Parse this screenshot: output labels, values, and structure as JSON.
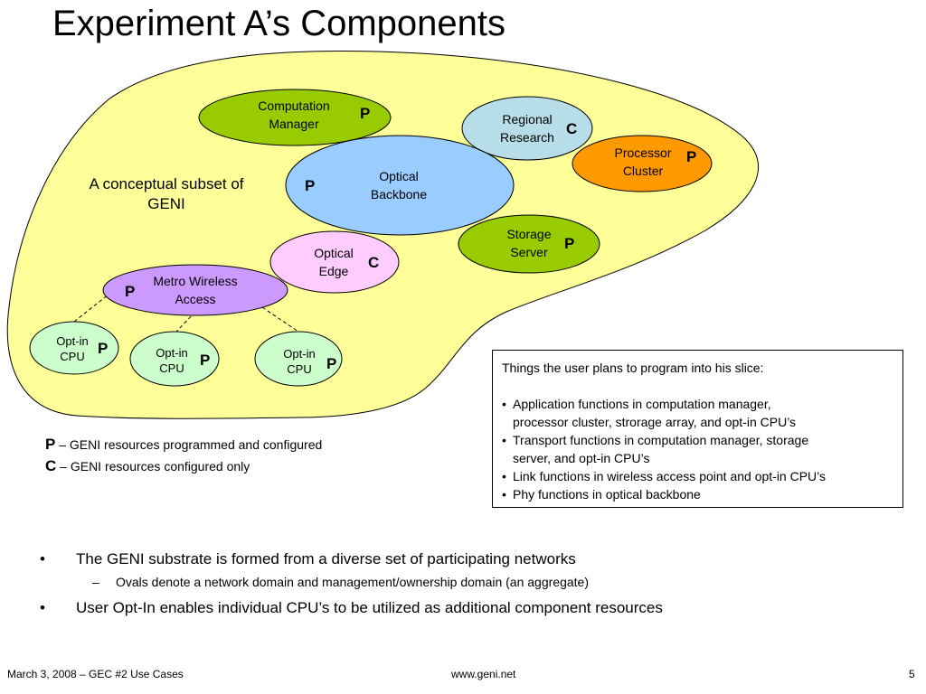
{
  "slide": {
    "title": "Experiment A’s Components",
    "subset_label": "A conceptual subset of GENI"
  },
  "nodes": {
    "computation_manager": {
      "label_line1": "Computation",
      "label_line2": "Manager",
      "mark": "P"
    },
    "regional_research": {
      "label_line1": "Regional",
      "label_line2": "Research",
      "mark": "C"
    },
    "processor_cluster": {
      "label_line1": "Processor",
      "label_line2": "Cluster",
      "mark": "P"
    },
    "optical_backbone": {
      "label_line1": "Optical",
      "label_line2": "Backbone",
      "mark": "P"
    },
    "storage_server": {
      "label_line1": "Storage",
      "label_line2": "Server",
      "mark": "P"
    },
    "optical_edge": {
      "label_line1": "Optical",
      "label_line2": "Edge",
      "mark": "C"
    },
    "metro_wireless": {
      "label_line1": "Metro Wireless",
      "label_line2": "Access",
      "mark": "P"
    },
    "optin_cpu_1": {
      "label_line1": "Opt-in",
      "label_line2": "CPU",
      "mark": "P"
    },
    "optin_cpu_2": {
      "label_line1": "Opt-in",
      "label_line2": "CPU",
      "mark": "P"
    },
    "optin_cpu_3": {
      "label_line1": "Opt-in",
      "label_line2": "CPU",
      "mark": "P"
    }
  },
  "legend": {
    "p_key": "P",
    "p_text": "– GENI resources programmed and configured",
    "c_key": "C",
    "c_text": "– GENI resources configured only"
  },
  "note": {
    "heading": "Things the user plans to program into his slice:",
    "items": [
      {
        "line1": "Application functions in computation manager,",
        "line2": "processor cluster, strorage array, and opt-in CPU’s"
      },
      {
        "line1": "Transport functions in computation manager, storage",
        "line2": "server, and opt-in CPU’s"
      },
      {
        "line1": "Link functions in wireless access point and opt-in CPU’s",
        "line2": ""
      },
      {
        "line1": "Phy functions in optical backbone",
        "line2": ""
      }
    ]
  },
  "bullets": {
    "b1": "The GENI substrate is formed from a diverse set of participating networks",
    "b1_sub": "Ovals denote a network domain and management/ownership domain (an aggregate)",
    "b2": "User Opt-In enables individual CPU’s to be utilized as additional component resources",
    "bullet_mark": "•",
    "dash_mark": "–"
  },
  "footer": {
    "left": "March 3, 2008 – GEC #2 Use Cases",
    "center": "www.geni.net",
    "right": "5"
  },
  "colors": {
    "region_fill": "#ffff99",
    "computation_manager": "#99cc00",
    "regional_research": "#b7dde8",
    "processor_cluster": "#ff9900",
    "optical_backbone": "#99ccff",
    "storage_server": "#99cc00",
    "optical_edge": "#ffccff",
    "metro_wireless": "#cc99ff",
    "optin_cpu": "#ccffcc"
  }
}
